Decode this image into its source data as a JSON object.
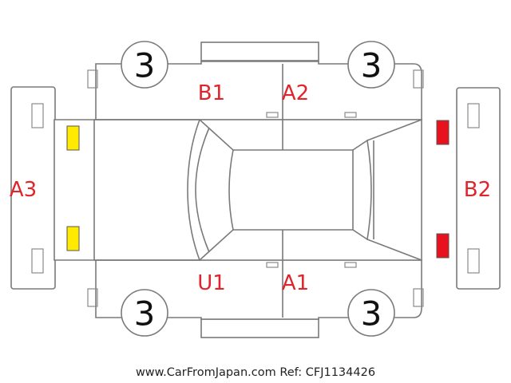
{
  "labels": {
    "b1": "B1",
    "a2": "A2",
    "a3": "A3",
    "b2": "B2",
    "u1": "U1",
    "a1": "A1"
  },
  "wheel_grades": {
    "front_left": "3",
    "front_right": "3",
    "rear_left": "3",
    "rear_right": "3"
  },
  "markers": {
    "left_bumper": [
      "yellow",
      "yellow"
    ],
    "right_bumper": [
      "red",
      "red"
    ]
  },
  "colors": {
    "label": "#e0242b",
    "yellow_marker": "#ffea00",
    "red_marker": "#e8111e",
    "outline": "#7a7a7a"
  },
  "footer": "www.CarFromJapan.com Ref: CFJ1134426"
}
